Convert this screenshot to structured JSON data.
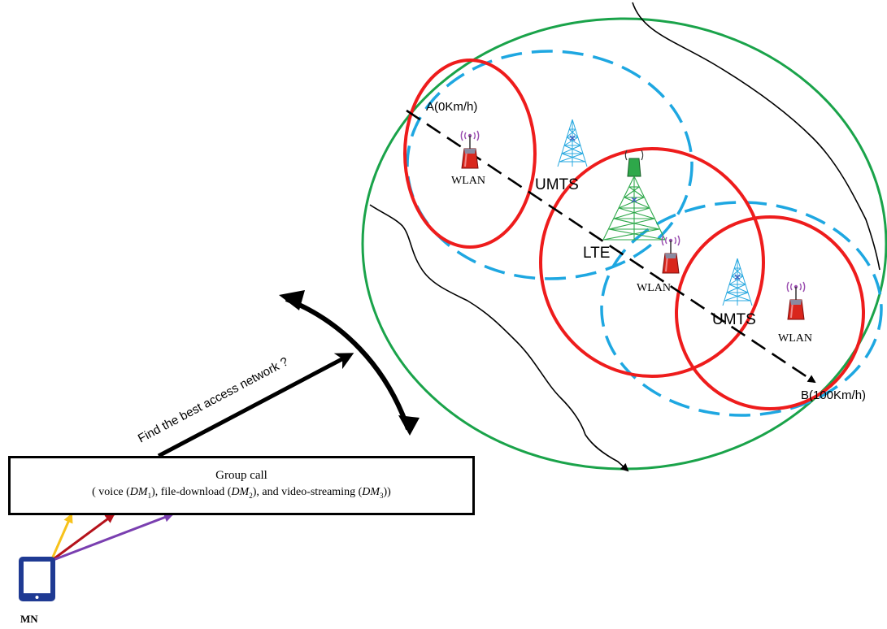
{
  "labels": {
    "point_a": "A(0Km/h)",
    "point_b": "B(100Km/h)",
    "wlan": "WLAN",
    "umts": "UMTS",
    "lte": "LTE",
    "question": "Find the best access network ?",
    "mn": "MN"
  },
  "group_call": {
    "title": "Group call",
    "open": "( voice (",
    "dm1": "DM",
    "dm1_sub": "1",
    "mid1": "), file-download (",
    "dm2": "DM",
    "dm2_sub": "2",
    "mid2": "), and video-streaming (",
    "dm3": "DM",
    "dm3_sub": "3",
    "close": "))"
  },
  "colors": {
    "cell_boundary": "#ee1c1c",
    "coverage_dashed": "#1ea7e1",
    "outer_area": "#1aa34a",
    "umts_tower": "#29a9e0",
    "lte_tower": "#2ea84a",
    "wlan_ap": "#d9261c",
    "voice_arrow": "#f7c21b",
    "file_arrow": "#b5121b",
    "video_arrow": "#7a3fb0",
    "device": "#1f3a93"
  }
}
